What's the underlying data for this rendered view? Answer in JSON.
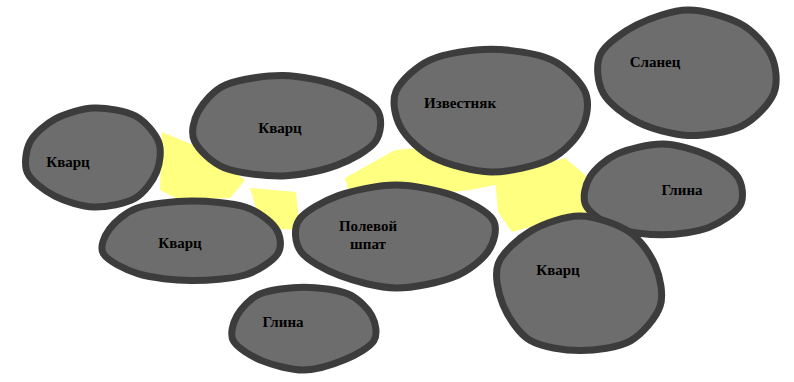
{
  "diagram": {
    "nodes": [
      {
        "text": [
          "Сланец"
        ]
      },
      {
        "text": [
          "Известняк"
        ]
      },
      {
        "text": [
          "Кварц"
        ]
      },
      {
        "text": [
          "Кварц"
        ]
      },
      {
        "text": [
          "Глина"
        ]
      },
      {
        "text": [
          "Полевой шпат"
        ]
      },
      {
        "text": [
          "Кварц"
        ]
      },
      {
        "text": [
          "Кварц"
        ]
      },
      {
        "text": [
          "Глина"
        ]
      }
    ]
  }
}
